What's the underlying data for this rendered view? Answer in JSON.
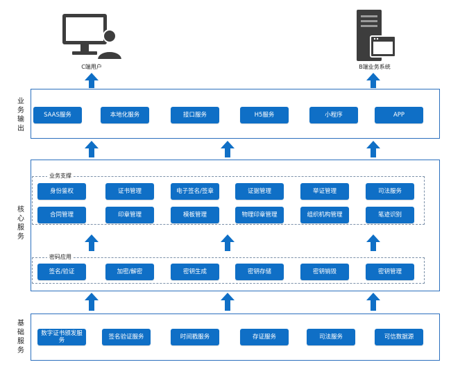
{
  "top": {
    "client_label": "C端用户",
    "server_label": "B端业务系统"
  },
  "output": {
    "side": [
      "业",
      "务",
      "输",
      "出"
    ],
    "items": [
      "SAAS服务",
      "本地化服务",
      "接口服务",
      "H5服务",
      "小程序",
      "APP"
    ]
  },
  "core": {
    "side": [
      "核",
      "心",
      "服",
      "务"
    ],
    "business_title": "业务支撑",
    "business_row1": [
      "身份鉴权",
      "证书管理",
      "电子签名/签章",
      "证据管理",
      "举证管理",
      "司法服务"
    ],
    "business_row2": [
      "合同管理",
      "印章管理",
      "模板管理",
      "物理印章管理",
      "组织机构管理",
      "笔迹识别"
    ],
    "crypto_title": "密码应用",
    "crypto_row": [
      "签名/验证",
      "加密/解密",
      "密钥生成",
      "密钥存储",
      "密钥销毁",
      "密钥管理"
    ]
  },
  "base": {
    "side": [
      "基",
      "础",
      "服",
      "务"
    ],
    "items": [
      "数字证书颁发服务",
      "签名验证服务",
      "时间戳服务",
      "存证服务",
      "司法服务",
      "可信数据源"
    ]
  },
  "colors": {
    "button": "#0f6fc6",
    "border": "#2a6ebd",
    "icon": "#3d3d3d"
  }
}
